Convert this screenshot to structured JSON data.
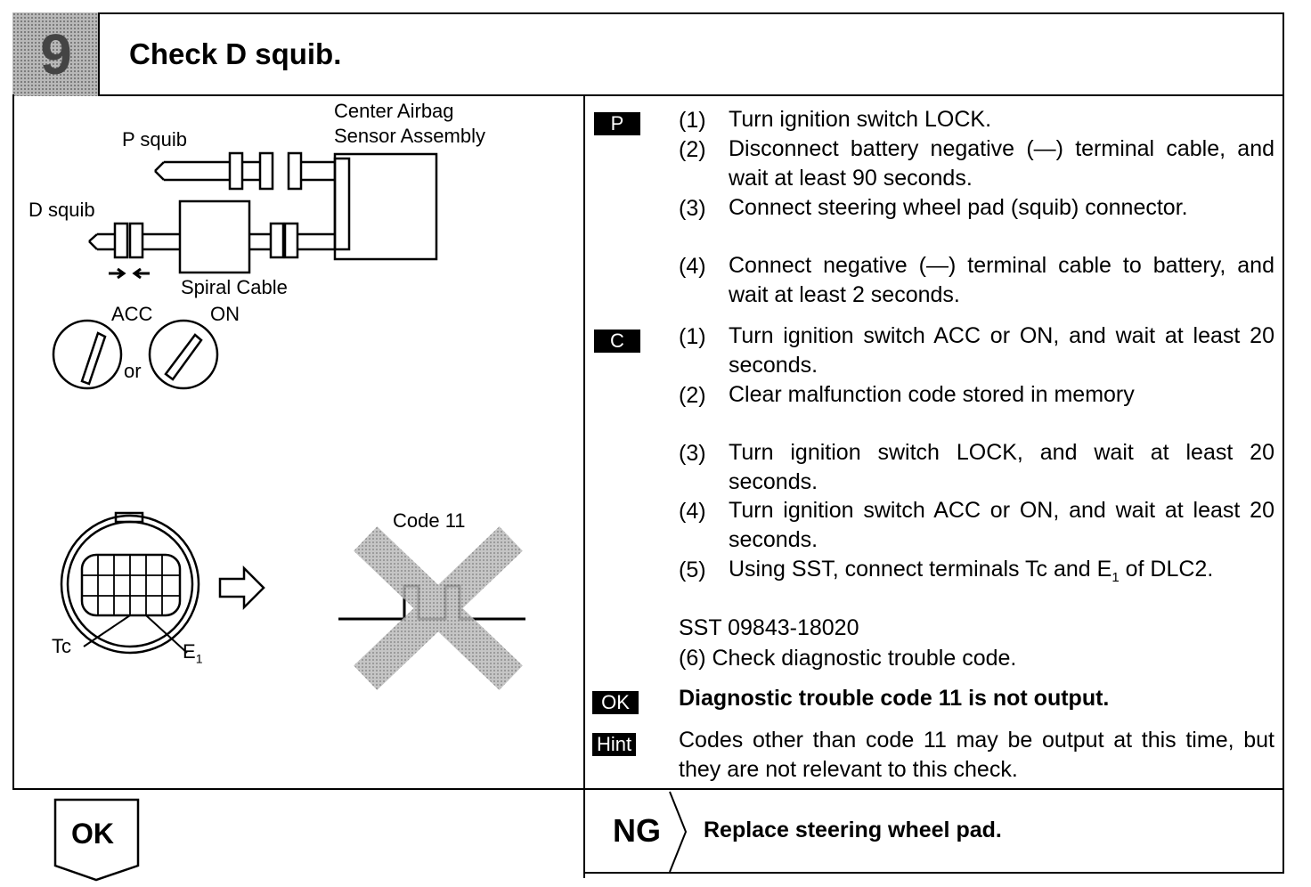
{
  "header": {
    "step_number": "9",
    "title": "Check D squib."
  },
  "illustration": {
    "center_airbag_line1": "Center Airbag",
    "center_airbag_line2": "Sensor Assembly",
    "p_squib": "P squib",
    "d_squib": "D squib",
    "spiral_cable": "Spiral Cable",
    "acc": "ACC",
    "on": "ON",
    "or": "or",
    "code_label": "Code 11",
    "tc": "Tc",
    "e1": "E",
    "e1_sub": "1"
  },
  "sections": {
    "p": {
      "badge": "P",
      "steps": [
        {
          "num": "(1)",
          "text": "Turn ignition switch LOCK."
        },
        {
          "num": "(2)",
          "text": "Disconnect battery negative (—) terminal cable, and wait at least 90 seconds."
        },
        {
          "num": "(3)",
          "text": "Connect steering wheel pad (squib) connector."
        },
        {
          "num": "(4)",
          "text": "Connect negative (—) terminal cable to battery, and wait at least 2 seconds."
        }
      ]
    },
    "c": {
      "badge": "C",
      "steps": [
        {
          "num": "(1)",
          "text": "Turn ignition switch ACC or ON, and wait at least 20 seconds."
        },
        {
          "num": "(2)",
          "text": "Clear malfunction code stored in memory"
        },
        {
          "num": "(3)",
          "text": "Turn ignition switch LOCK, and wait at least 20 seconds."
        },
        {
          "num": "(4)",
          "text": "Turn ignition switch ACC or ON, and wait at least 20 seconds."
        },
        {
          "num": "(5)",
          "text_pre": "Using SST, connect terminals Tc and E",
          "text_sub": "1",
          "text_post": " of DLC2."
        }
      ],
      "sst": "SST 09843-18020",
      "step6": "(6)  Check diagnostic trouble code."
    },
    "ok": {
      "badge": "OK",
      "text": "Diagnostic trouble code 11 is not output."
    },
    "hint": {
      "badge": "Hint",
      "text": "Codes other than code 11 may be output at this time, but they are not relevant to this check."
    }
  },
  "bottom": {
    "ok_label": "OK",
    "ng_label": "NG",
    "ng_text": "Replace steering wheel pad."
  }
}
